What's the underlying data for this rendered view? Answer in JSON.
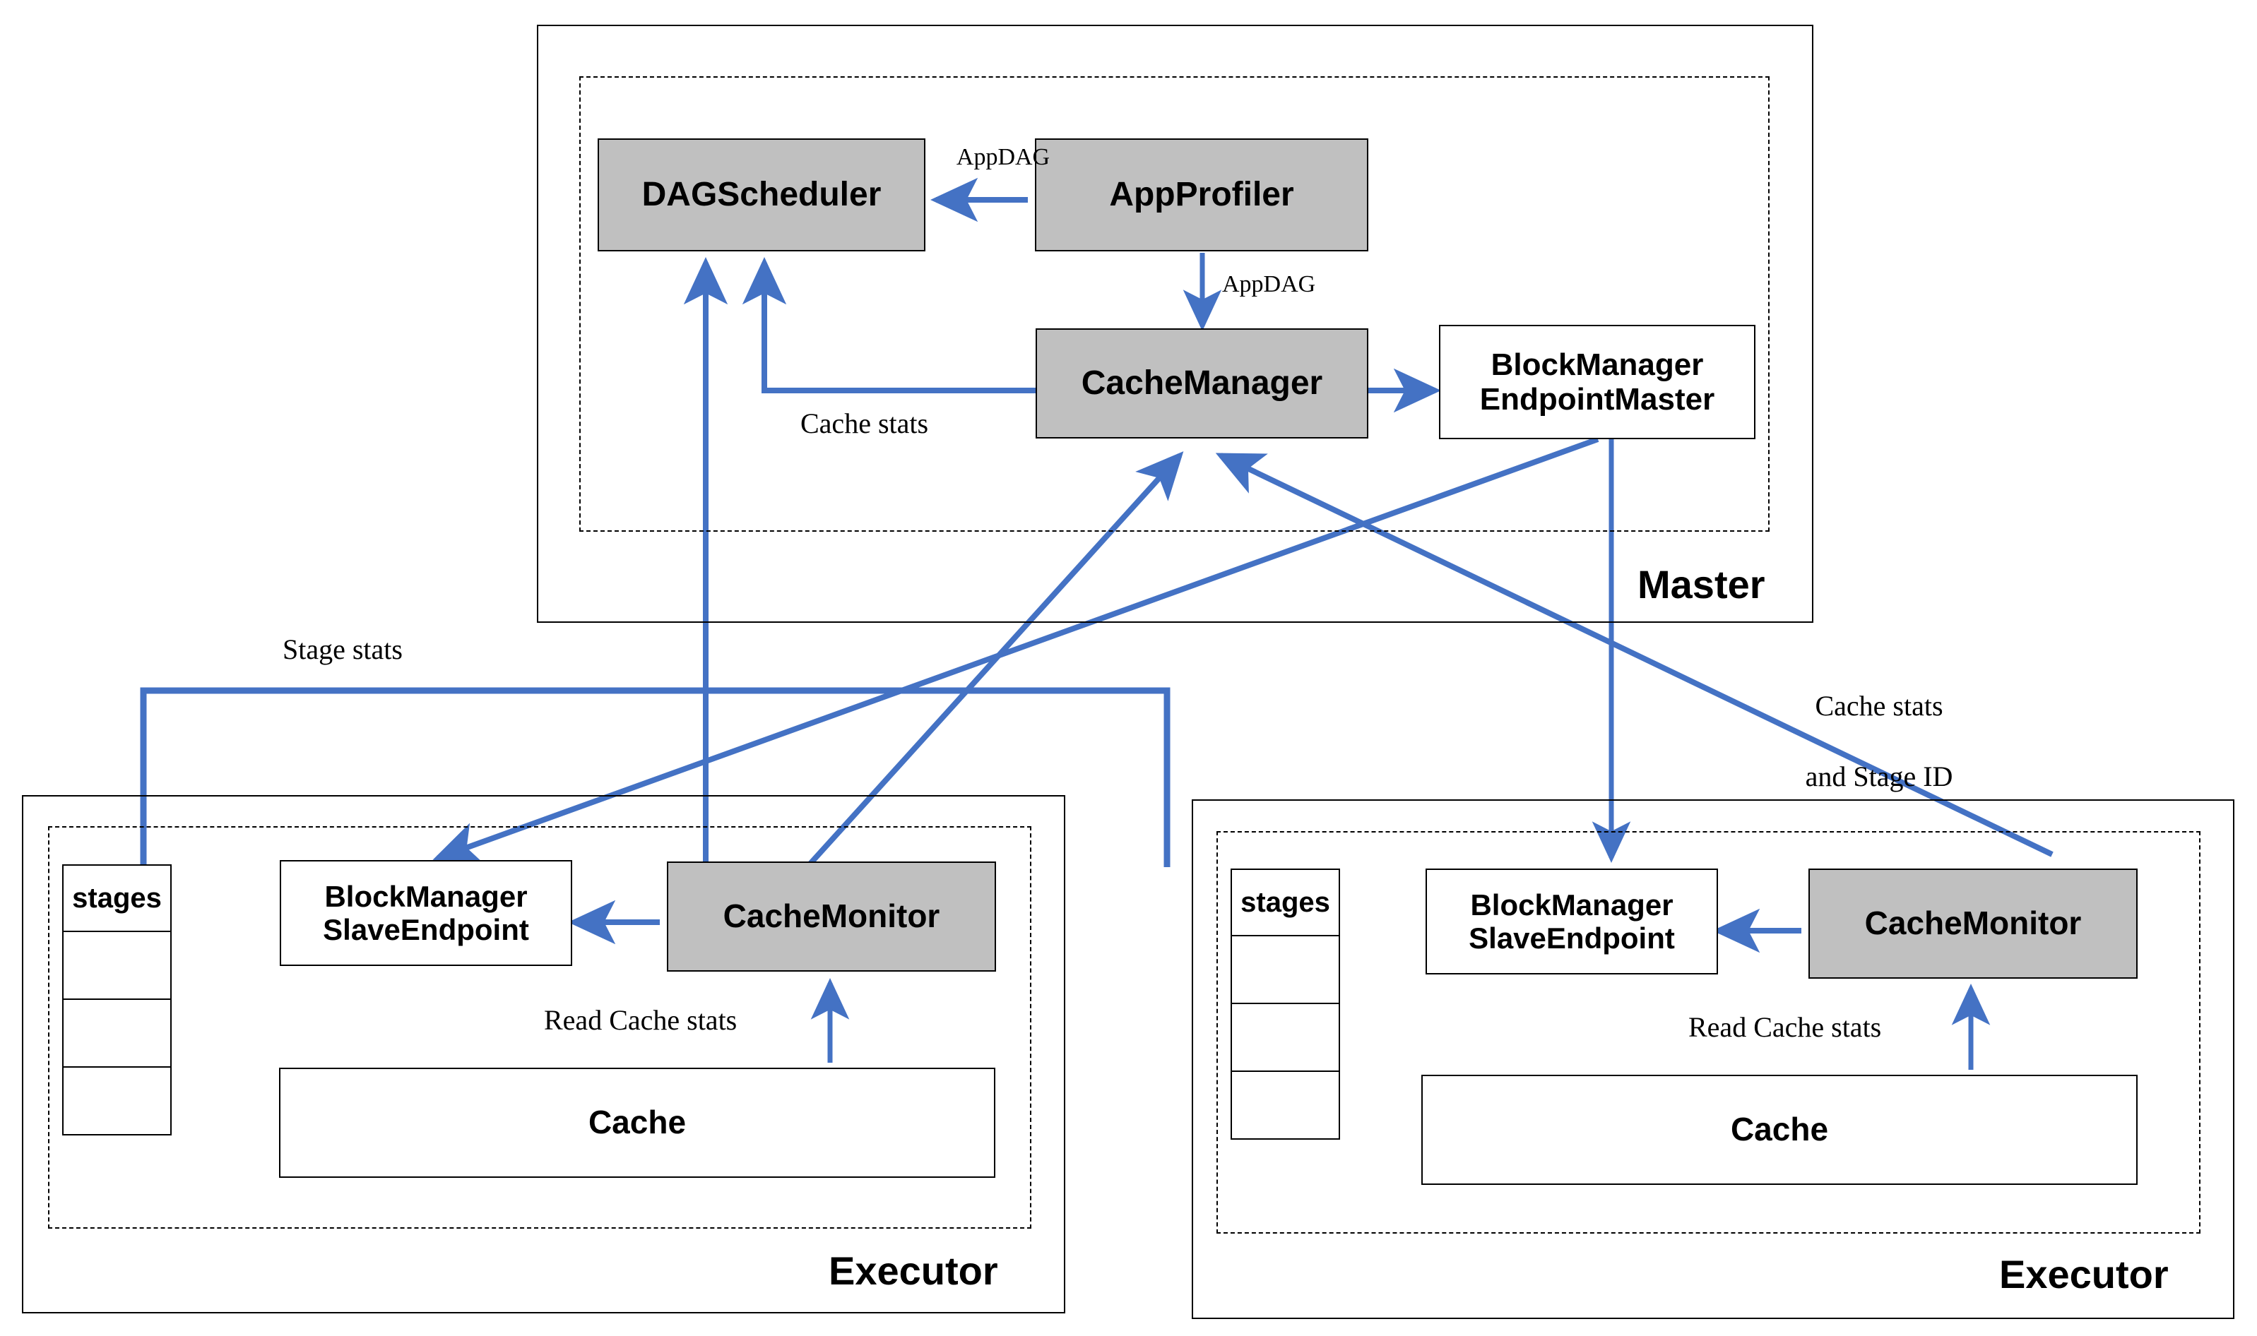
{
  "diagram": {
    "title": "Spark cache-aware scheduling architecture",
    "colors": {
      "node_fill_highlight": "#c0c0c0",
      "node_fill_plain": "#ffffff",
      "arrow_blue": "#4472c4",
      "outline_black": "#000000",
      "background": "#ffffff"
    }
  },
  "master": {
    "zone_label": "Master",
    "nodes": {
      "dag_scheduler": "DAGScheduler",
      "app_profiler": "AppProfiler",
      "cache_manager": "CacheManager",
      "block_manager_endpoint_master_line1": "BlockManager",
      "block_manager_endpoint_master_line2": "EndpointMaster"
    }
  },
  "executors": [
    {
      "zone_label": "Executor",
      "stages_label": "stages",
      "stage_rows": [
        "",
        "",
        ""
      ],
      "block_manager_slave_line1": "BlockManager",
      "block_manager_slave_line2": "SlaveEndpoint",
      "cache_monitor": "CacheMonitor",
      "cache": "Cache",
      "read_cache_stats_label": "Read Cache stats"
    },
    {
      "zone_label": "Executor",
      "stages_label": "stages",
      "stage_rows": [
        "",
        "",
        ""
      ],
      "block_manager_slave_line1": "BlockManager",
      "block_manager_slave_line2": "SlaveEndpoint",
      "cache_monitor": "CacheMonitor",
      "cache": "Cache",
      "read_cache_stats_label": "Read Cache stats"
    }
  ],
  "edge_labels": {
    "app_dag_to_scheduler": "AppDAG",
    "app_dag_to_cache_manager": "AppDAG",
    "cache_stats_master": "Cache stats",
    "stage_stats": "Stage stats",
    "cache_stats_and_stage_id_line1": "Cache stats",
    "cache_stats_and_stage_id_line2": "and Stage ID"
  }
}
